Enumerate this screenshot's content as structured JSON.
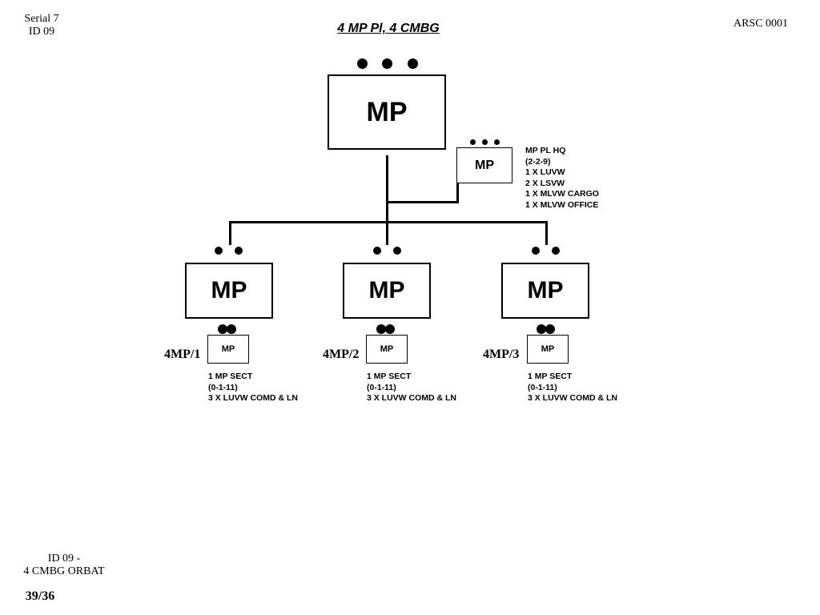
{
  "header": {
    "serial": "Serial 7",
    "id": "ID 09",
    "ref": "ARSC 0001",
    "title": "4 MP Pl, 4 CMBG"
  },
  "hq": {
    "label": "MP"
  },
  "pl_hq": {
    "label": "MP",
    "details": [
      "MP PL HQ",
      "(2-2-9)",
      "1 X LUVW",
      "2 X LSVW",
      "1 X MLVW CARGO",
      "1 X MLVW OFFICE"
    ]
  },
  "sections": [
    {
      "label": "MP",
      "unit": "4MP/1",
      "sect_label": "MP",
      "details": [
        "1 MP SECT",
        "(0-1-11)",
        "3 X LUVW COMD & LN"
      ]
    },
    {
      "label": "MP",
      "unit": "4MP/2",
      "sect_label": "MP",
      "details": [
        "1 MP SECT",
        "(0-1-11)",
        "3 X LUVW COMD & LN"
      ]
    },
    {
      "label": "MP",
      "unit": "4MP/3",
      "sect_label": "MP",
      "details": [
        "1 MP SECT",
        "(0-1-11)",
        "3 X LUVW COMD & LN"
      ]
    }
  ],
  "footer": {
    "id_line1": "ID 09 -",
    "id_line2": "4 CMBG ORBAT",
    "page": "39/36"
  }
}
